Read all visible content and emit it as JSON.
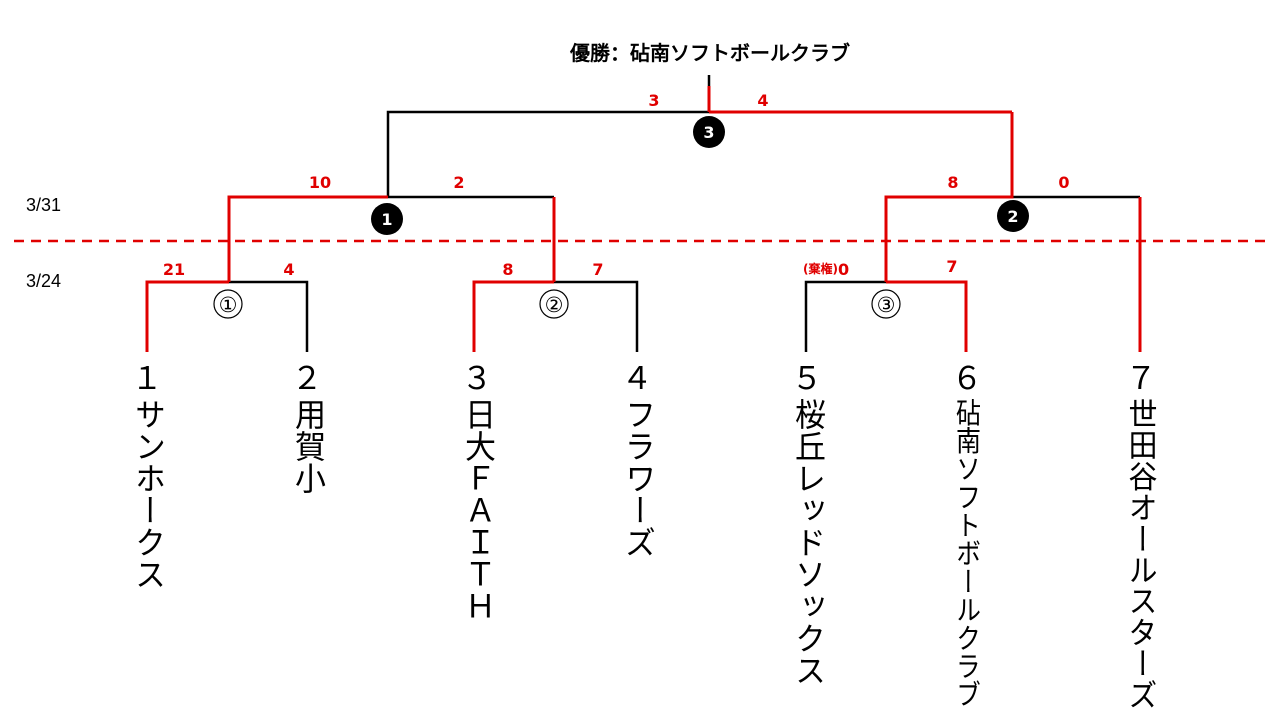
{
  "champion_label": "優勝：砧南ソフトボールクラブ",
  "dates": {
    "round2": "3/31",
    "round1": "3/24"
  },
  "game_marks": {
    "g1": "①",
    "g2": "②",
    "g3": "③",
    "s1": "1",
    "s2": "2",
    "f": "3"
  },
  "scores": {
    "g1_left": "21",
    "g1_right": "4",
    "g2_left": "8",
    "g2_right": "7",
    "g3_left_note": "(棄権)",
    "g3_left": "0",
    "g3_right": "7",
    "s1_left": "10",
    "s1_right": "2",
    "s2_left": "8",
    "s2_right": "0",
    "f_left": "3",
    "f_right": "4"
  },
  "teams": [
    {
      "num": "１",
      "name": "サンホークス"
    },
    {
      "num": "２",
      "name": "用賀小"
    },
    {
      "num": "３",
      "name": "日大ＦＡＩＴＨ"
    },
    {
      "num": "４",
      "name": "フラワーズ"
    },
    {
      "num": "５",
      "name": "桜丘レッドソックス"
    },
    {
      "num": "６",
      "name": "砧南ソフトボールクラブ"
    },
    {
      "num": "７",
      "name": "世田谷オールスターズ"
    }
  ],
  "colors": {
    "winner_line": "#e00000",
    "line": "#000000",
    "divider": "#e00000"
  }
}
